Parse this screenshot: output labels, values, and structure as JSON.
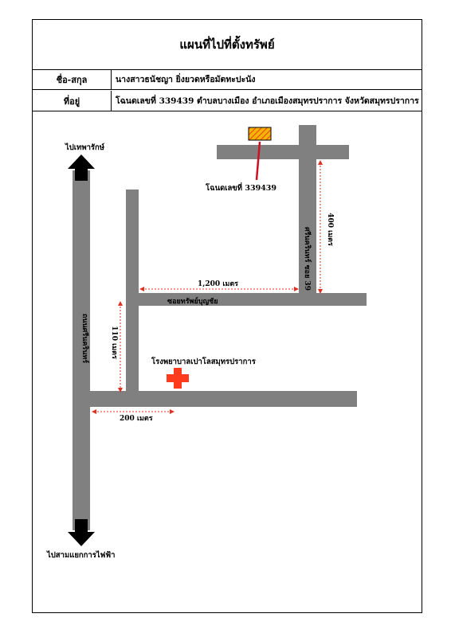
{
  "header": {
    "title": "แผนที่ไปที่ตั้งทรัพย์"
  },
  "owner": {
    "label": "ชื่อ-สกุล",
    "value": "นางสาวธนัชญา ยิ่งยวดหรือมัตทะปะนัง"
  },
  "address": {
    "label": "ที่อยู่",
    "value": "โฉนดเลขที่ 339439 ตำบลบางเมือง อำเภอเมืองสมุทรปราการ จังหวัดสมุทรปราการ"
  },
  "map": {
    "north_direction": "ไปเทพารักษ์",
    "south_direction": "ไปสามแยกการไฟฟ้า",
    "main_road": "ถนนศรีนครินทร์",
    "soi_road": "ซอยทรัพย์บุญชัย",
    "side_soi": "ศรีนครินทร์ ซอย 39",
    "deed_marker": "โฉนดเลขที่ 339439",
    "hospital": "โรงพยาบาลเปาโลสมุทรปราการ",
    "dist_1200": "1,200 เมตร",
    "dist_400": "400 เมตร",
    "dist_110": "110 เมตร",
    "dist_200": "200 เมตร",
    "colors": {
      "road": "#808080",
      "arrow": "#000000",
      "dimension": "#e03020",
      "deed_pointer": "#cc1122",
      "property_fill": "#f5b400",
      "property_hatch": "#e8401a",
      "hospital_cross": "#ff3b1e"
    }
  }
}
